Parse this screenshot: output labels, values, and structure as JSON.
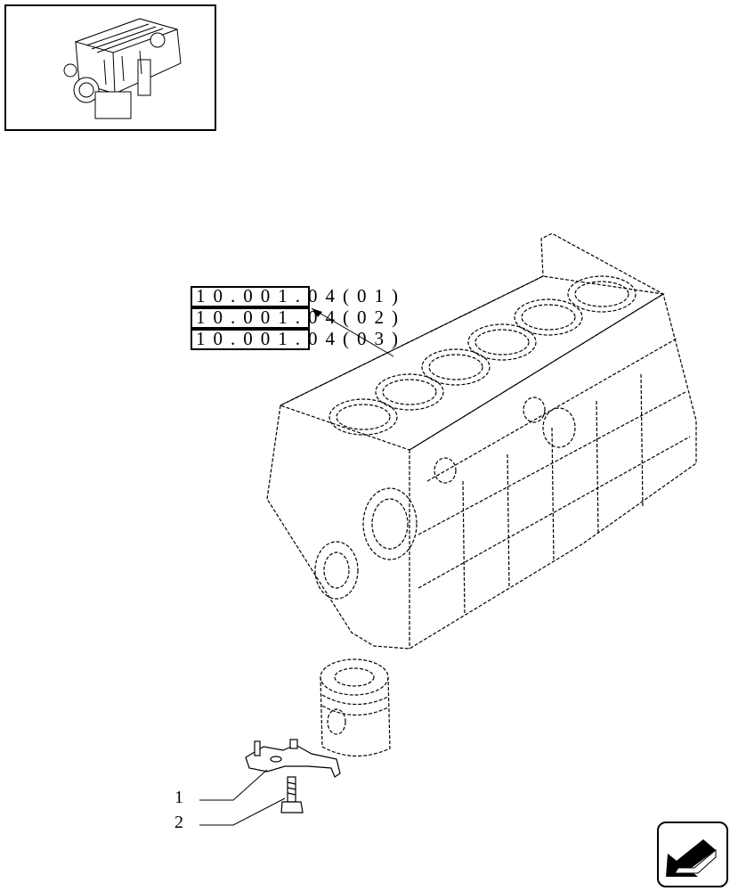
{
  "thumbnail": {
    "icon": "engine-icon"
  },
  "references": [
    {
      "box": "10.001",
      "suffix": ".04(01)"
    },
    {
      "box": "10.001",
      "suffix": ".04(02)"
    },
    {
      "box": "10.001",
      "suffix": ".04(03)"
    }
  ],
  "callouts": [
    {
      "label": "1"
    },
    {
      "label": "2"
    }
  ],
  "nav": {
    "icon": "arrow-back-icon"
  },
  "colors": {
    "ink": "#000000",
    "paper": "#ffffff"
  }
}
